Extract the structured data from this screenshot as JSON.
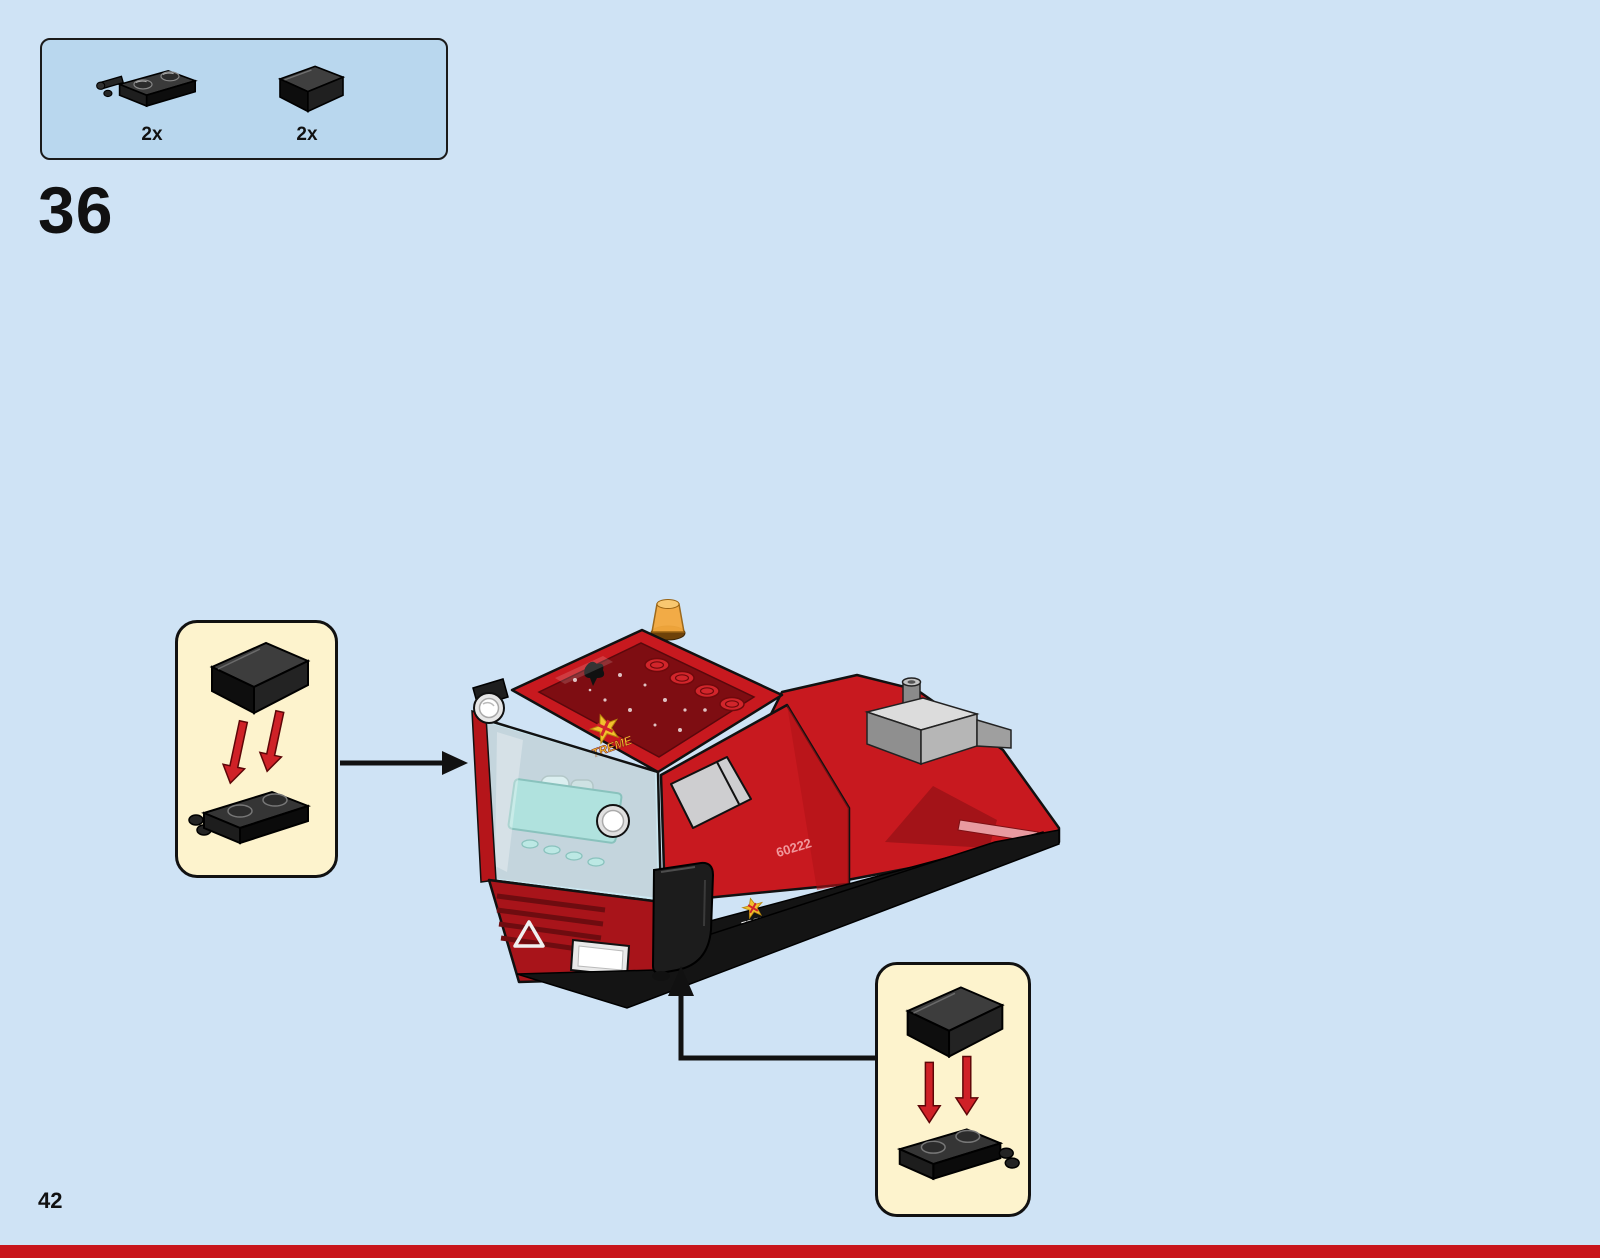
{
  "page": {
    "step_number": "36",
    "page_number": "42"
  },
  "parts_box": {
    "parts": [
      {
        "id": "black-plate-1x2-with-bar",
        "color": "black",
        "count_label": "2x"
      },
      {
        "id": "black-slope-2x2",
        "color": "black",
        "count_label": "2x"
      }
    ]
  },
  "callouts": {
    "left": {
      "top_part": "black-slope",
      "bottom_part": "black-plate-with-bar",
      "arrow_color": "#cf2127"
    },
    "bottom": {
      "top_part": "black-slope",
      "bottom_part": "black-plate-with-bar",
      "arrow_color": "#cf2127"
    }
  },
  "model": {
    "set_decal": "60222",
    "roof_logo": "TREME",
    "side_logo": "TREME"
  },
  "colors": {
    "background": "#cfe3f5",
    "parts_panel": "#b9d7ee",
    "callout_bg": "#fdf3cd",
    "lego_red": "#c8191f",
    "dark_red": "#7e0d12",
    "glass": "#c5e9ea",
    "beacon_orange": "#f4a93d",
    "footer_bar": "#c8151c"
  }
}
